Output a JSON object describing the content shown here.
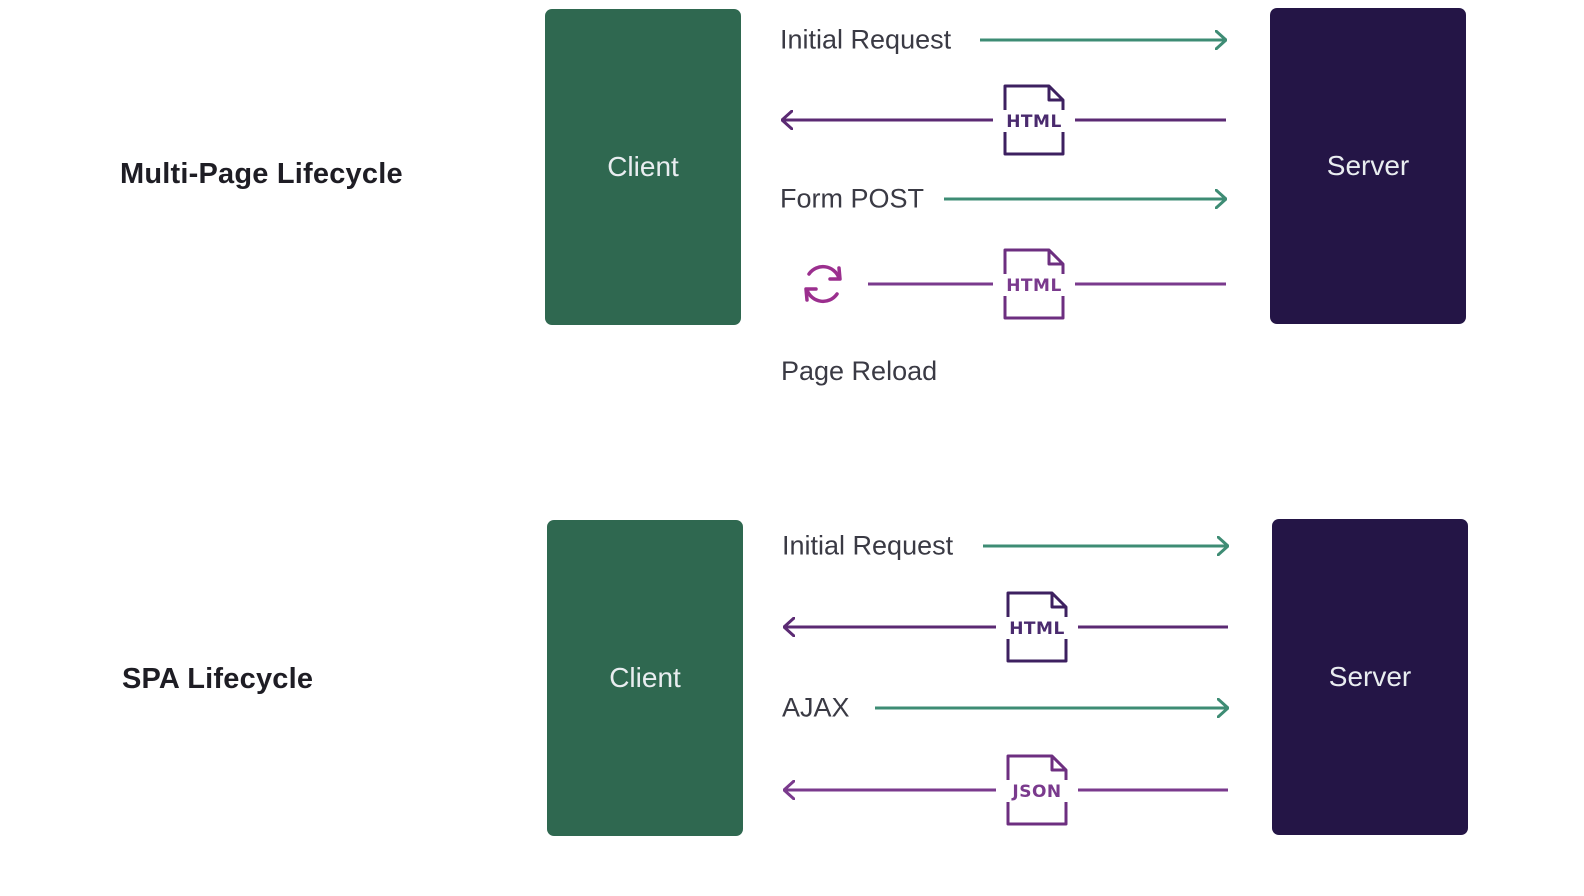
{
  "colors": {
    "client": "#2f6850",
    "server": "#241546",
    "request_arrow": "#3e8c74",
    "response_arrow": "#5b2a73",
    "json_arrow": "#7a3a8d",
    "reload_icon": "#9b2f8e"
  },
  "sections": [
    {
      "title": "Multi-Page Lifecycle",
      "client_label": "Client",
      "server_label": "Server",
      "flows": [
        {
          "direction": "to-server",
          "label": "Initial Request"
        },
        {
          "direction": "to-client",
          "document": "HTML",
          "end_icon": "arrow"
        },
        {
          "direction": "to-server",
          "label": "Form POST"
        },
        {
          "direction": "to-client",
          "document": "HTML",
          "end_icon": "reload-icon"
        }
      ],
      "footer_label": "Page Reload"
    },
    {
      "title": "SPA Lifecycle",
      "client_label": "Client",
      "server_label": "Server",
      "flows": [
        {
          "direction": "to-server",
          "label": "Initial Request"
        },
        {
          "direction": "to-client",
          "document": "HTML",
          "end_icon": "arrow"
        },
        {
          "direction": "to-server",
          "label": "AJAX"
        },
        {
          "direction": "to-client",
          "document": "JSON",
          "end_icon": "arrow"
        }
      ]
    }
  ]
}
